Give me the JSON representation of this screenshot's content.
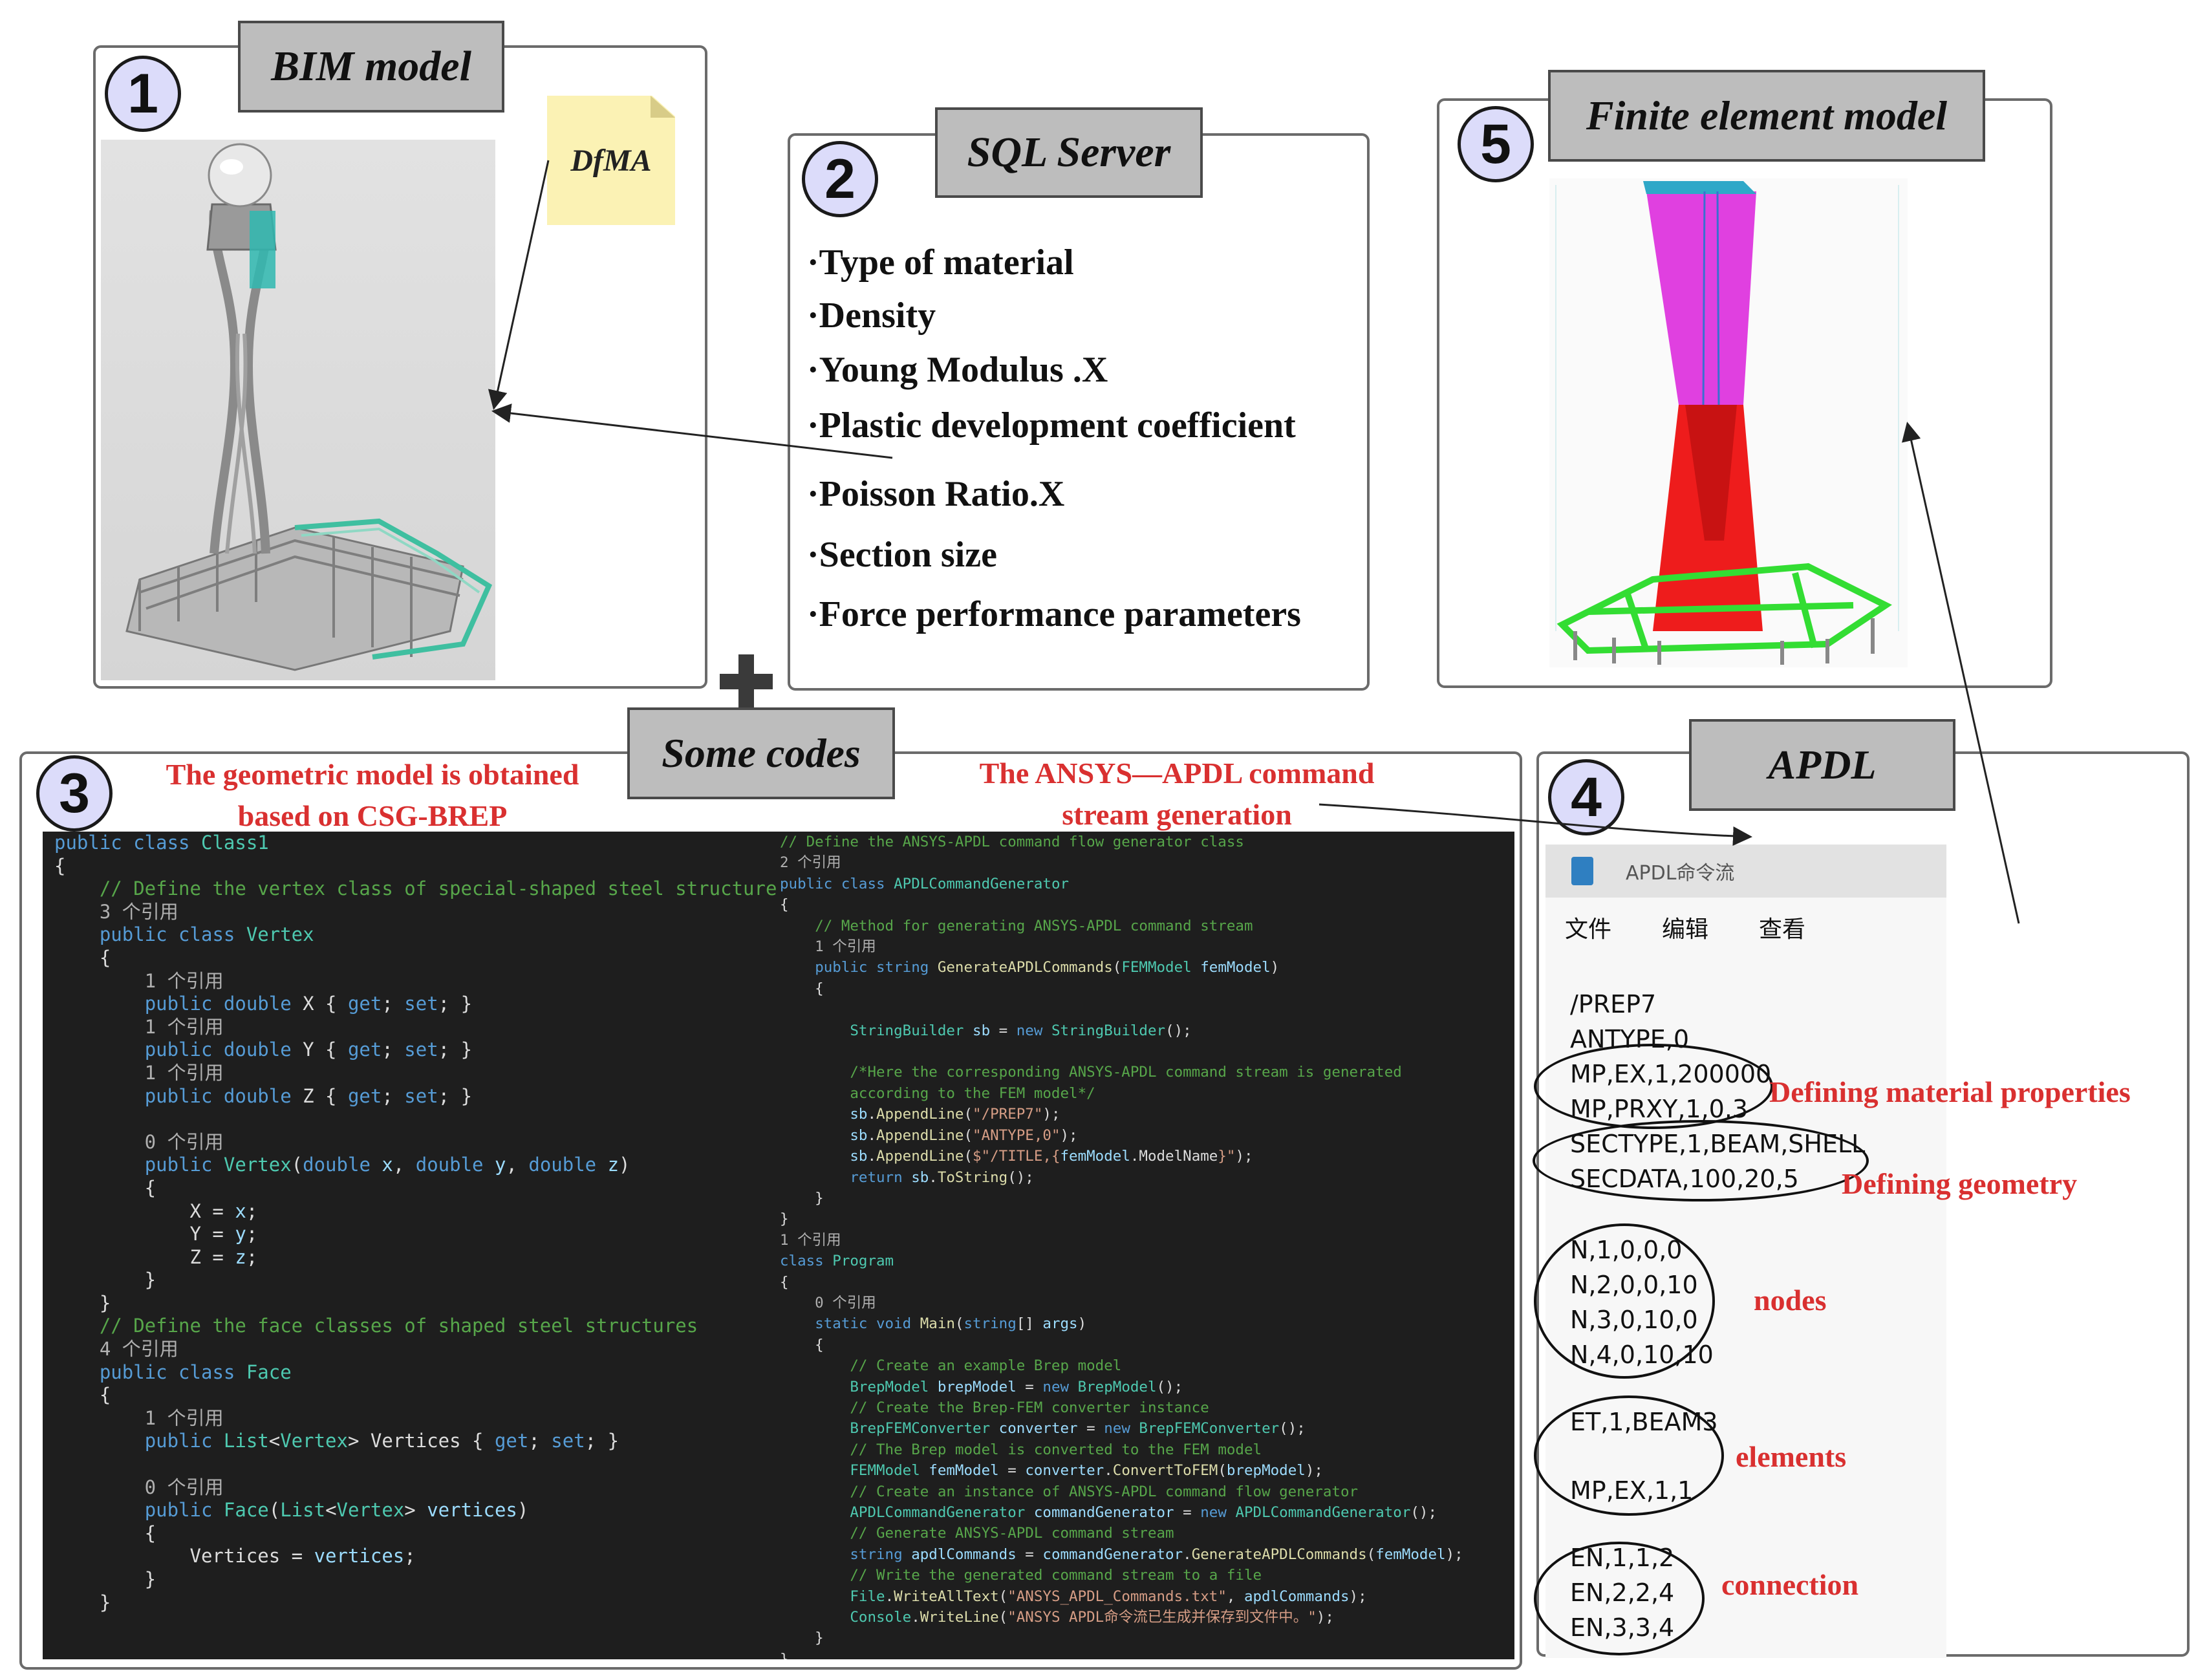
{
  "panels": {
    "bim": {
      "number": "1",
      "title": "BIM model",
      "note": "DfMA"
    },
    "sql": {
      "number": "2",
      "title": "SQL Server",
      "items": [
        "·Type of material",
        "·Density",
        "·Young Modulus .X",
        "·Plastic development coefficient",
        "·Poisson Ratio.X",
        "·Section size",
        "·Force performance parameters"
      ]
    },
    "fem": {
      "number": "5",
      "title": "Finite element model"
    },
    "code": {
      "number": "3",
      "title": "Some codes",
      "caption_left_1": "The geometric model is obtained",
      "caption_left_2": "based on CSG-BREP",
      "caption_right_1": "The ANSYS—APDL command",
      "caption_right_2": "stream generation"
    },
    "apdl": {
      "number": "4",
      "title": "APDL",
      "window_title": "APDL命令流",
      "menu": [
        "文件",
        "编辑",
        "查看"
      ],
      "lines": [
        "/PREP7",
        "ANTYPE,0",
        "MP,EX,1,200000",
        "MP,PRXY,1,0.3",
        "SECTYPE,1,BEAM,SHELL",
        "SECDATA,100,20,5",
        "N,1,0,0,0",
        "N,2,0,0,10",
        "N,3,0,10,0",
        "N,4,0,10,10",
        "ET,1,BEAM3",
        "MP,EX,1,1",
        "EN,1,1,2",
        "EN,2,2,4",
        "EN,3,3,4"
      ],
      "labels": {
        "material": "Defining material properties",
        "geometry": "Defining geometry",
        "nodes": "nodes",
        "elements": "elements",
        "connection": "connection"
      }
    }
  },
  "plus_sign": "+",
  "code_left": [
    [
      [
        "kw",
        "public class "
      ],
      [
        "cls",
        "Class1"
      ]
    ],
    [
      [
        "id",
        "{"
      ]
    ],
    [
      [
        "id",
        "    "
      ],
      [
        "com",
        "// Define the vertex class of special-shaped steel structure"
      ]
    ],
    [
      [
        "ref",
        "    3 个引用"
      ]
    ],
    [
      [
        "id",
        "    "
      ],
      [
        "kw",
        "public class "
      ],
      [
        "cls",
        "Vertex"
      ]
    ],
    [
      [
        "id",
        "    {"
      ]
    ],
    [
      [
        "ref",
        "        1 个引用"
      ]
    ],
    [
      [
        "id",
        "        "
      ],
      [
        "kw",
        "public double "
      ],
      [
        "id",
        "X { "
      ],
      [
        "kw",
        "get"
      ],
      [
        "id",
        "; "
      ],
      [
        "kw",
        "set"
      ],
      [
        "id",
        "; }"
      ]
    ],
    [
      [
        "ref",
        "        1 个引用"
      ]
    ],
    [
      [
        "id",
        "        "
      ],
      [
        "kw",
        "public double "
      ],
      [
        "id",
        "Y { "
      ],
      [
        "kw",
        "get"
      ],
      [
        "id",
        "; "
      ],
      [
        "kw",
        "set"
      ],
      [
        "id",
        "; }"
      ]
    ],
    [
      [
        "ref",
        "        1 个引用"
      ]
    ],
    [
      [
        "id",
        "        "
      ],
      [
        "kw",
        "public double "
      ],
      [
        "id",
        "Z { "
      ],
      [
        "kw",
        "get"
      ],
      [
        "id",
        "; "
      ],
      [
        "kw",
        "set"
      ],
      [
        "id",
        "; }"
      ]
    ],
    [
      [
        "id",
        ""
      ]
    ],
    [
      [
        "ref",
        "        0 个引用"
      ]
    ],
    [
      [
        "id",
        "        "
      ],
      [
        "kw",
        "public "
      ],
      [
        "cls",
        "Vertex"
      ],
      [
        "id",
        "("
      ],
      [
        "kw",
        "double "
      ],
      [
        "var",
        "x"
      ],
      [
        "id",
        ", "
      ],
      [
        "kw",
        "double "
      ],
      [
        "var",
        "y"
      ],
      [
        "id",
        ", "
      ],
      [
        "kw",
        "double "
      ],
      [
        "var",
        "z"
      ],
      [
        "id",
        ")"
      ]
    ],
    [
      [
        "id",
        "        {"
      ]
    ],
    [
      [
        "id",
        "            X = "
      ],
      [
        "var",
        "x"
      ],
      [
        "id",
        ";"
      ]
    ],
    [
      [
        "id",
        "            Y = "
      ],
      [
        "var",
        "y"
      ],
      [
        "id",
        ";"
      ]
    ],
    [
      [
        "id",
        "            Z = "
      ],
      [
        "var",
        "z"
      ],
      [
        "id",
        ";"
      ]
    ],
    [
      [
        "id",
        "        }"
      ]
    ],
    [
      [
        "id",
        "    }"
      ]
    ],
    [
      [
        "id",
        "    "
      ],
      [
        "com",
        "// Define the face classes of shaped steel structures"
      ]
    ],
    [
      [
        "ref",
        "    4 个引用"
      ]
    ],
    [
      [
        "id",
        "    "
      ],
      [
        "kw",
        "public class "
      ],
      [
        "cls",
        "Face"
      ]
    ],
    [
      [
        "id",
        "    {"
      ]
    ],
    [
      [
        "ref",
        "        1 个引用"
      ]
    ],
    [
      [
        "id",
        "        "
      ],
      [
        "kw",
        "public "
      ],
      [
        "cls",
        "List"
      ],
      [
        "id",
        "<"
      ],
      [
        "cls",
        "Vertex"
      ],
      [
        "id",
        "> Vertices { "
      ],
      [
        "kw",
        "get"
      ],
      [
        "id",
        "; "
      ],
      [
        "kw",
        "set"
      ],
      [
        "id",
        "; }"
      ]
    ],
    [
      [
        "id",
        ""
      ]
    ],
    [
      [
        "ref",
        "        0 个引用"
      ]
    ],
    [
      [
        "id",
        "        "
      ],
      [
        "kw",
        "public "
      ],
      [
        "cls",
        "Face"
      ],
      [
        "id",
        "("
      ],
      [
        "cls",
        "List"
      ],
      [
        "id",
        "<"
      ],
      [
        "cls",
        "Vertex"
      ],
      [
        "id",
        "> "
      ],
      [
        "var",
        "vertices"
      ],
      [
        "id",
        ")"
      ]
    ],
    [
      [
        "id",
        "        {"
      ]
    ],
    [
      [
        "id",
        "            Vertices = "
      ],
      [
        "var",
        "vertices"
      ],
      [
        "id",
        ";"
      ]
    ],
    [
      [
        "id",
        "        }"
      ]
    ],
    [
      [
        "id",
        "    }"
      ]
    ]
  ],
  "code_right": [
    [
      [
        "com",
        "// Define the ANSYS-APDL command flow generator class"
      ]
    ],
    [
      [
        "ref",
        "2 个引用"
      ]
    ],
    [
      [
        "kw",
        "public class "
      ],
      [
        "cls",
        "APDLCommandGenerator"
      ]
    ],
    [
      [
        "id",
        "{"
      ]
    ],
    [
      [
        "id",
        "    "
      ],
      [
        "com",
        "// Method for generating ANSYS-APDL command stream"
      ]
    ],
    [
      [
        "ref",
        "    1 个引用"
      ]
    ],
    [
      [
        "id",
        "    "
      ],
      [
        "kw",
        "public string "
      ],
      [
        "mth",
        "GenerateAPDLCommands"
      ],
      [
        "id",
        "("
      ],
      [
        "cls",
        "FEMModel"
      ],
      [
        "id",
        " "
      ],
      [
        "var",
        "femModel"
      ],
      [
        "id",
        ")"
      ]
    ],
    [
      [
        "id",
        "    {"
      ]
    ],
    [
      [
        "id",
        ""
      ]
    ],
    [
      [
        "id",
        "        "
      ],
      [
        "cls",
        "StringBuilder"
      ],
      [
        "id",
        " "
      ],
      [
        "var",
        "sb"
      ],
      [
        "id",
        " = "
      ],
      [
        "kw",
        "new "
      ],
      [
        "cls",
        "StringBuilder"
      ],
      [
        "id",
        "();"
      ]
    ],
    [
      [
        "id",
        ""
      ]
    ],
    [
      [
        "id",
        "        "
      ],
      [
        "com",
        "/*Here the corresponding ANSYS-APDL command stream is generated"
      ]
    ],
    [
      [
        "com",
        "        according to the FEM model*/"
      ]
    ],
    [
      [
        "id",
        "        "
      ],
      [
        "var",
        "sb"
      ],
      [
        "id",
        "."
      ],
      [
        "mth",
        "AppendLine"
      ],
      [
        "id",
        "("
      ],
      [
        "str",
        "\"/PREP7\""
      ],
      [
        "id",
        ");"
      ]
    ],
    [
      [
        "id",
        "        "
      ],
      [
        "var",
        "sb"
      ],
      [
        "id",
        "."
      ],
      [
        "mth",
        "AppendLine"
      ],
      [
        "id",
        "("
      ],
      [
        "str",
        "\"ANTYPE,0\""
      ],
      [
        "id",
        ");"
      ]
    ],
    [
      [
        "id",
        "        "
      ],
      [
        "var",
        "sb"
      ],
      [
        "id",
        "."
      ],
      [
        "mth",
        "AppendLine"
      ],
      [
        "id",
        "("
      ],
      [
        "str",
        "$\"/TITLE,{"
      ],
      [
        "var",
        "femModel"
      ],
      [
        "id",
        "."
      ],
      [
        "id",
        "ModelName"
      ],
      [
        "str",
        "}\""
      ],
      [
        "id",
        ");"
      ]
    ],
    [
      [
        "id",
        "        "
      ],
      [
        "kw",
        "return "
      ],
      [
        "var",
        "sb"
      ],
      [
        "id",
        "."
      ],
      [
        "mth",
        "ToString"
      ],
      [
        "id",
        "();"
      ]
    ],
    [
      [
        "id",
        "    }"
      ]
    ],
    [
      [
        "id",
        "}"
      ]
    ],
    [
      [
        "ref",
        "1 个引用"
      ]
    ],
    [
      [
        "kw",
        "class "
      ],
      [
        "cls",
        "Program"
      ]
    ],
    [
      [
        "id",
        "{"
      ]
    ],
    [
      [
        "ref",
        "    0 个引用"
      ]
    ],
    [
      [
        "id",
        "    "
      ],
      [
        "kw",
        "static void "
      ],
      [
        "mth",
        "Main"
      ],
      [
        "id",
        "("
      ],
      [
        "kw",
        "string"
      ],
      [
        "id",
        "[] "
      ],
      [
        "var",
        "args"
      ],
      [
        "id",
        ")"
      ]
    ],
    [
      [
        "id",
        "    {"
      ]
    ],
    [
      [
        "id",
        "        "
      ],
      [
        "com",
        "// Create an example Brep model"
      ]
    ],
    [
      [
        "id",
        "        "
      ],
      [
        "cls",
        "BrepModel"
      ],
      [
        "id",
        " "
      ],
      [
        "var",
        "brepModel"
      ],
      [
        "id",
        " = "
      ],
      [
        "kw",
        "new "
      ],
      [
        "cls",
        "BrepModel"
      ],
      [
        "id",
        "();"
      ]
    ],
    [
      [
        "id",
        "        "
      ],
      [
        "com",
        "// Create the Brep-FEM converter instance"
      ]
    ],
    [
      [
        "id",
        "        "
      ],
      [
        "cls",
        "BrepFEMConverter"
      ],
      [
        "id",
        " "
      ],
      [
        "var",
        "converter"
      ],
      [
        "id",
        " = "
      ],
      [
        "kw",
        "new "
      ],
      [
        "cls",
        "BrepFEMConverter"
      ],
      [
        "id",
        "();"
      ]
    ],
    [
      [
        "id",
        "        "
      ],
      [
        "com",
        "// The Brep model is converted to the FEM model"
      ]
    ],
    [
      [
        "id",
        "        "
      ],
      [
        "cls",
        "FEMModel"
      ],
      [
        "id",
        " "
      ],
      [
        "var",
        "femModel"
      ],
      [
        "id",
        " = "
      ],
      [
        "var",
        "converter"
      ],
      [
        "id",
        "."
      ],
      [
        "mth",
        "ConvertToFEM"
      ],
      [
        "id",
        "("
      ],
      [
        "var",
        "brepModel"
      ],
      [
        "id",
        ");"
      ]
    ],
    [
      [
        "id",
        "        "
      ],
      [
        "com",
        "// Create an instance of ANSYS-APDL command flow generator"
      ]
    ],
    [
      [
        "id",
        "        "
      ],
      [
        "cls",
        "APDLCommandGenerator"
      ],
      [
        "id",
        " "
      ],
      [
        "var",
        "commandGenerator"
      ],
      [
        "id",
        " = "
      ],
      [
        "kw",
        "new "
      ],
      [
        "cls",
        "APDLCommandGenerator"
      ],
      [
        "id",
        "();"
      ]
    ],
    [
      [
        "id",
        "        "
      ],
      [
        "com",
        "// Generate ANSYS-APDL command stream"
      ]
    ],
    [
      [
        "id",
        "        "
      ],
      [
        "kw",
        "string "
      ],
      [
        "var",
        "apdlCommands"
      ],
      [
        "id",
        " = "
      ],
      [
        "var",
        "commandGenerator"
      ],
      [
        "id",
        "."
      ],
      [
        "mth",
        "GenerateAPDLCommands"
      ],
      [
        "id",
        "("
      ],
      [
        "var",
        "femModel"
      ],
      [
        "id",
        ");"
      ]
    ],
    [
      [
        "id",
        "        "
      ],
      [
        "com",
        "// Write the generated command stream to a file"
      ]
    ],
    [
      [
        "id",
        "        "
      ],
      [
        "cls",
        "File"
      ],
      [
        "id",
        "."
      ],
      [
        "mth",
        "WriteAllText"
      ],
      [
        "id",
        "("
      ],
      [
        "str",
        "\"ANSYS_APDL_Commands.txt\""
      ],
      [
        "id",
        ", "
      ],
      [
        "var",
        "apdlCommands"
      ],
      [
        "id",
        ");"
      ]
    ],
    [
      [
        "id",
        "        "
      ],
      [
        "cls",
        "Console"
      ],
      [
        "id",
        "."
      ],
      [
        "mth",
        "WriteLine"
      ],
      [
        "id",
        "("
      ],
      [
        "str",
        "\"ANSYS APDL命令流已生成并保存到文件中。\""
      ],
      [
        "id",
        ");"
      ]
    ],
    [
      [
        "id",
        "    }"
      ]
    ],
    [
      [
        "id",
        "}"
      ]
    ]
  ],
  "colors": {
    "title_box": "#bdbdbd",
    "number_circle": "#dcdcfa",
    "red_text": "#d93030",
    "code_bg": "#1e1e1e",
    "fem_upper": "#e040e0",
    "fem_lower": "#ee1c1c",
    "fem_base": "#33dd33",
    "dfma_note": "#fbf2b4"
  }
}
